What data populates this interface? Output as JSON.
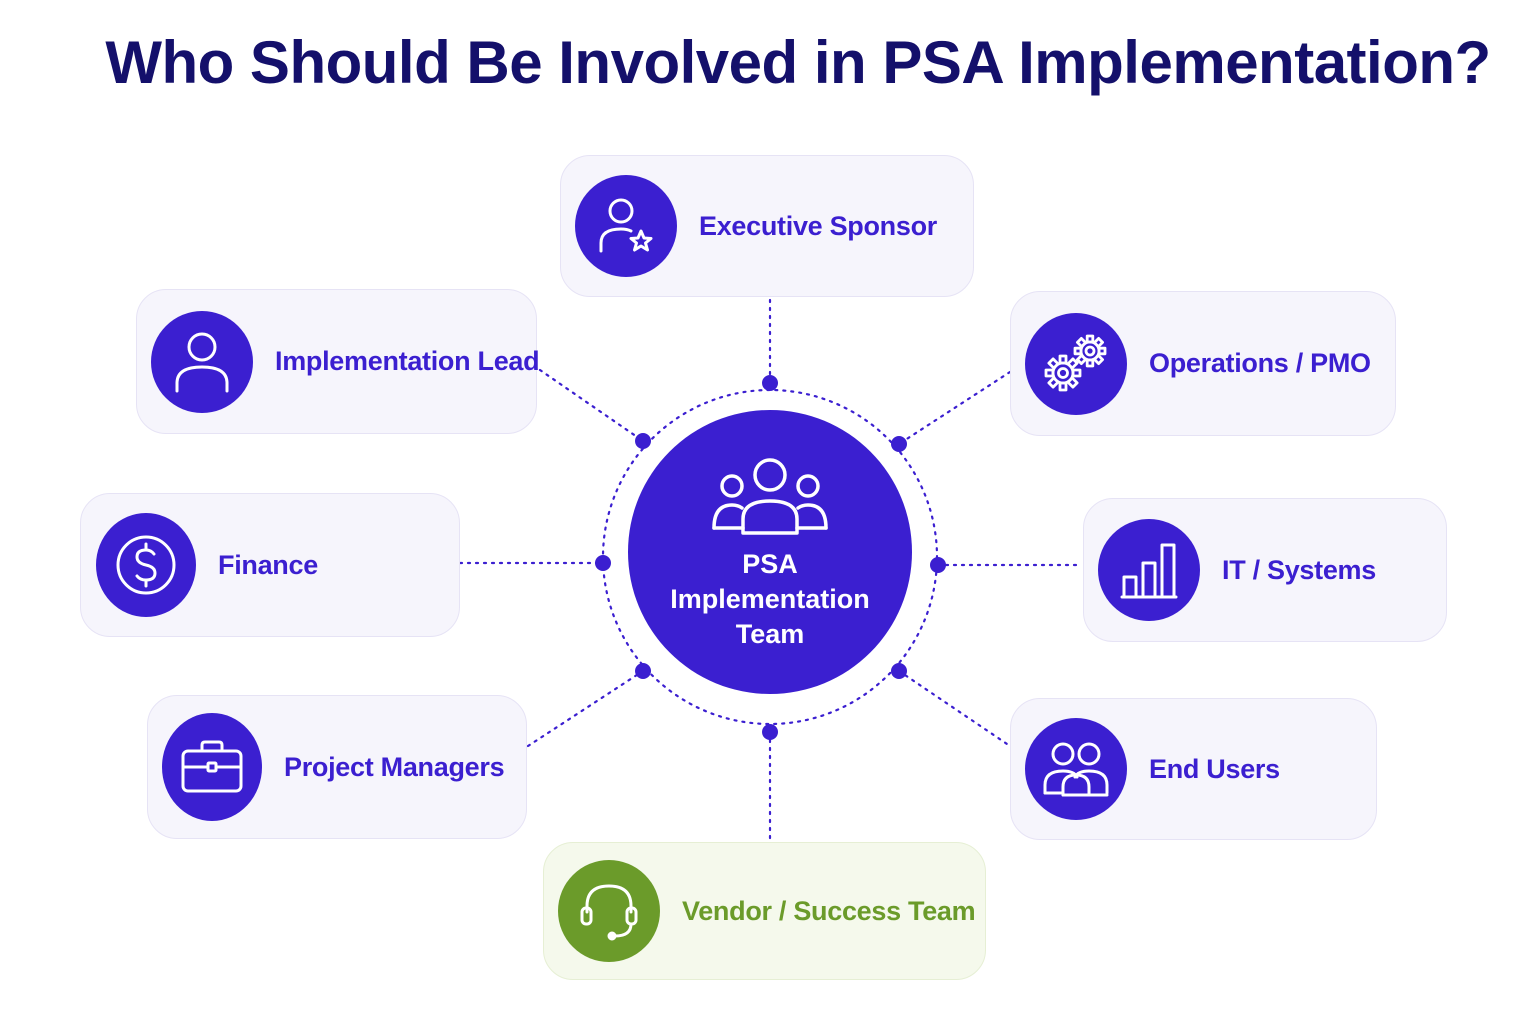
{
  "title": "Who Should Be Involved in PSA Implementation?",
  "hub": {
    "label": "PSA Implementation Team",
    "icon": "team-icon"
  },
  "roles": [
    {
      "key": "executive-sponsor",
      "label": "Executive Sponsor",
      "icon": "user-star-icon"
    },
    {
      "key": "implementation-lead",
      "label": "Implementation Lead",
      "icon": "user-icon"
    },
    {
      "key": "operations-pmo",
      "label": "Operations / PMO",
      "icon": "gears-icon"
    },
    {
      "key": "finance",
      "label": "Finance",
      "icon": "dollar-icon"
    },
    {
      "key": "it-systems",
      "label": "IT / Systems",
      "icon": "bar-chart-icon"
    },
    {
      "key": "project-managers",
      "label": "Project Managers",
      "icon": "briefcase-icon"
    },
    {
      "key": "end-users",
      "label": "End Users",
      "icon": "users-icon"
    },
    {
      "key": "vendor-success-team",
      "label": "Vendor / Success Team",
      "icon": "headset-icon"
    }
  ],
  "colors": {
    "title": "#14106b",
    "accent": "#3b1fd0",
    "vendor_accent": "#6b9b2a",
    "card_bg": "#f6f5fc",
    "vendor_card_bg": "#f5f9ec"
  }
}
